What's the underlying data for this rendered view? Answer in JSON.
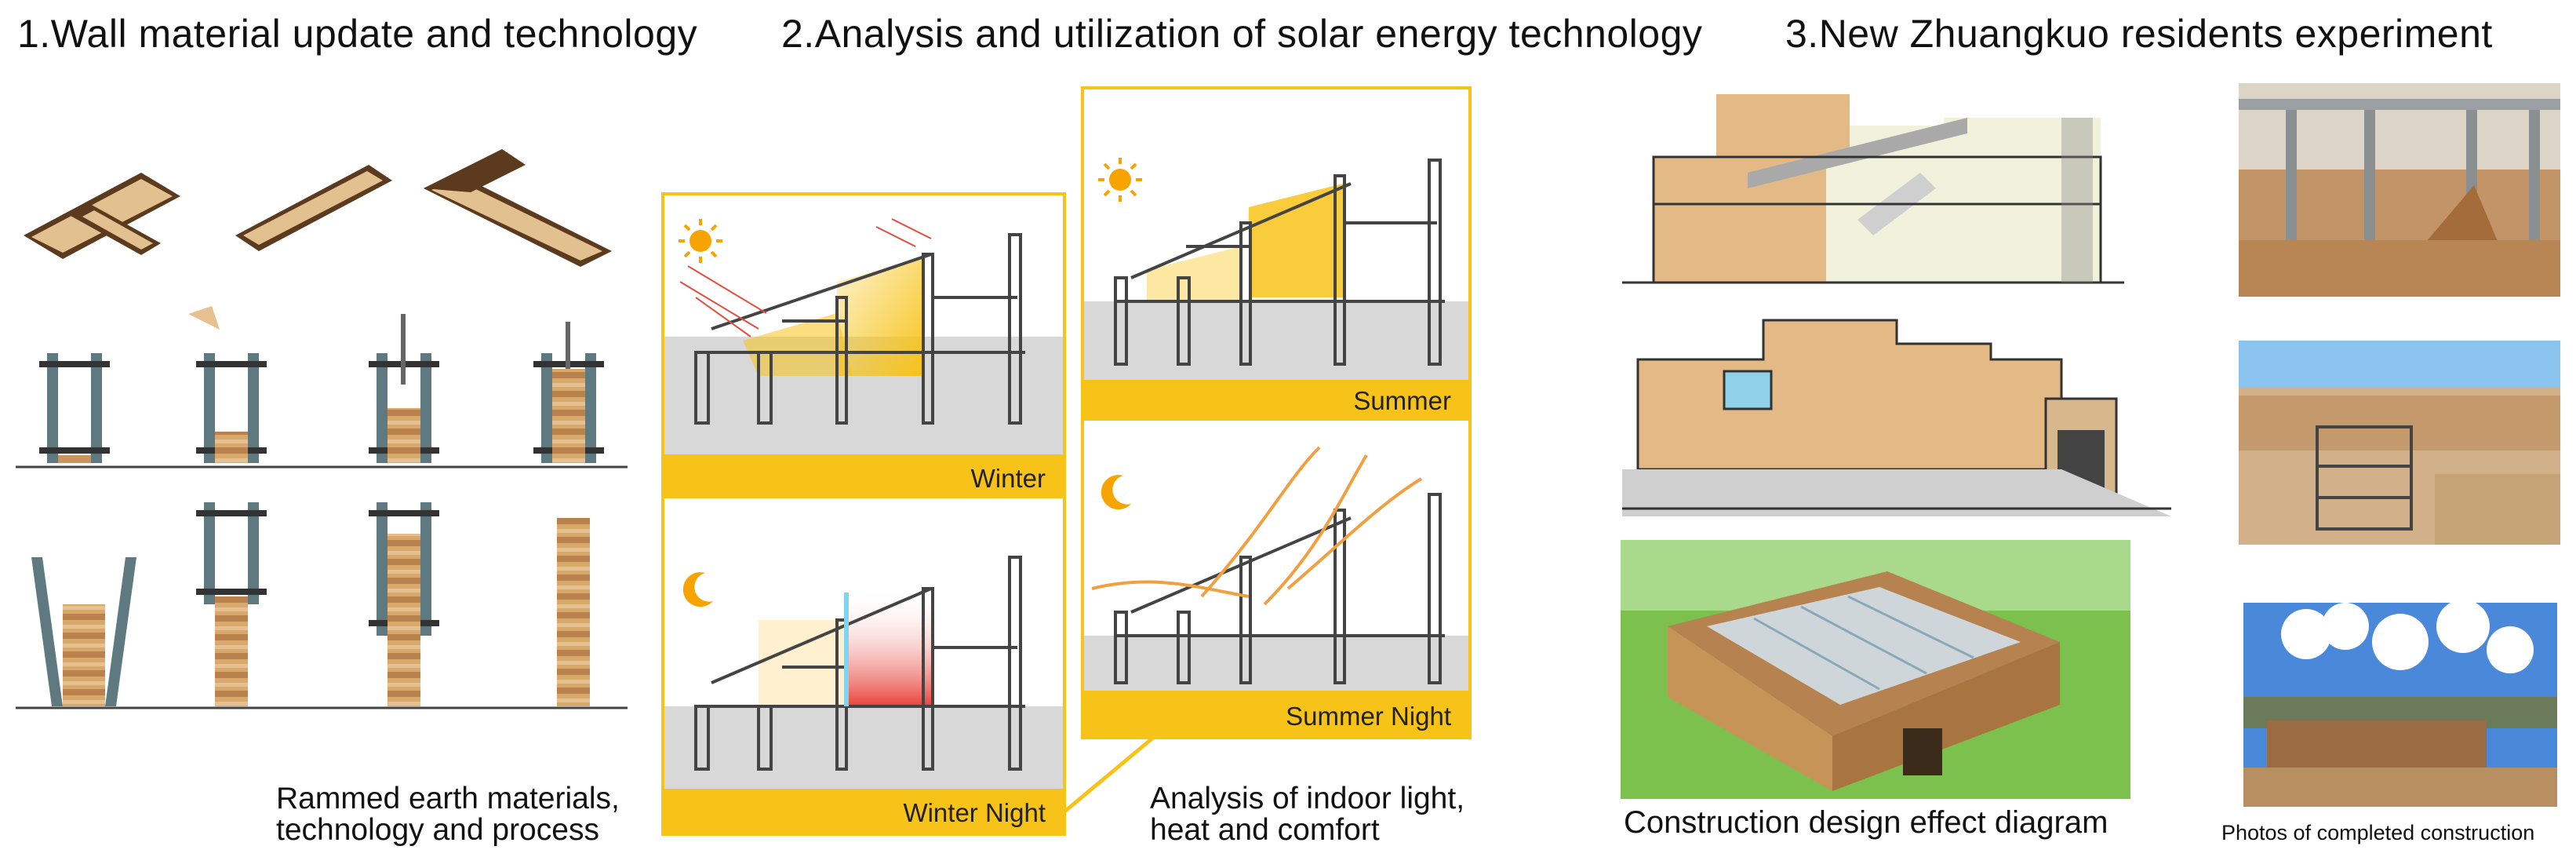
{
  "headings": {
    "wall": "1.Wall material update and technology",
    "solar": "2.Analysis and utilization of solar energy technology",
    "residents": "3.New Zhuangkuo residents experiment"
  },
  "captions": {
    "rammed_line1": "Rammed earth materials,",
    "rammed_line2": "technology and process",
    "indoor_line1": "Analysis of indoor light,",
    "indoor_line2": "heat and comfort",
    "construction": "Construction design effect diagram",
    "photos": "Photos of completed construction"
  },
  "solar_panels": {
    "winter": "Winter",
    "winter_night": "Winter Night",
    "summer": "Summer",
    "summer_night": "Summer Night"
  },
  "colors": {
    "accent": "#f7c318",
    "earth": "#d9a96c",
    "formwork": "#5b3a1e",
    "glass": "#8fd1e8",
    "heat": "#e8433a"
  },
  "icons": [
    "sun-icon",
    "moon-icon"
  ]
}
